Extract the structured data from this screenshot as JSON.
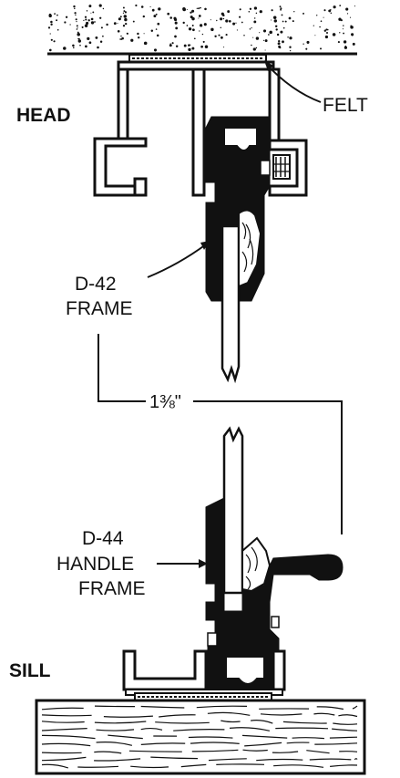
{
  "labels": {
    "head": "HEAD",
    "felt": "FELT",
    "frame_top_line1": "D-42",
    "frame_top_line2": "FRAME",
    "dimension": "1⅜\"",
    "frame_bottom_line1": "D-44",
    "frame_bottom_line2": "HANDLE",
    "frame_bottom_line3": "FRAME",
    "sill": "SILL"
  },
  "colors": {
    "ink": "#111111",
    "background": "#ffffff"
  }
}
